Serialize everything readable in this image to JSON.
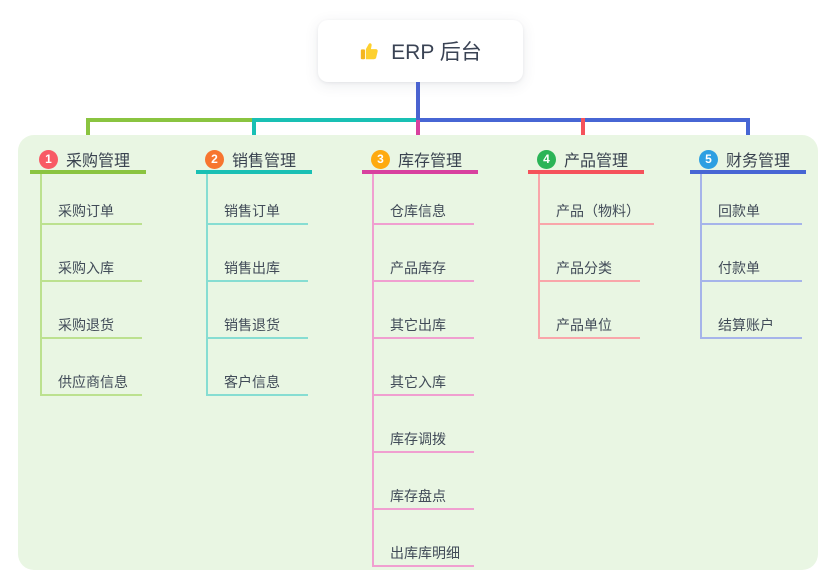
{
  "root": {
    "title": "ERP 后台",
    "icon": "thumbs-up-icon"
  },
  "colors": {
    "panel_bg": "#e9f6e3",
    "stem": "#4a63d0",
    "root_text": "#3a4354",
    "emoji_main": "#fdd02f",
    "emoji_shade": "#f4b61f"
  },
  "branches": [
    {
      "index": "1",
      "label": "采购管理",
      "badge_color": "#f85a65",
      "line_color": "#8ac440",
      "light_color": "#bce18f",
      "children": [
        "采购订单",
        "采购入库",
        "采购退货",
        "供应商信息"
      ]
    },
    {
      "index": "2",
      "label": "销售管理",
      "badge_color": "#f7752f",
      "line_color": "#19c0b4",
      "light_color": "#86ddd2",
      "children": [
        "销售订单",
        "销售出库",
        "销售退货",
        "客户信息"
      ]
    },
    {
      "index": "3",
      "label": "库存管理",
      "badge_color": "#feaa0f",
      "line_color": "#d8419f",
      "light_color": "#f09fd0",
      "children": [
        "仓库信息",
        "产品库存",
        "其它出库",
        "其它入库",
        "库存调拨",
        "库存盘点",
        "出库库明细"
      ]
    },
    {
      "index": "4",
      "label": "产品管理",
      "badge_color": "#2bb457",
      "line_color": "#f5525b",
      "light_color": "#f9a6aa",
      "children": [
        "产品（物料）",
        "产品分类",
        "产品单位"
      ]
    },
    {
      "index": "5",
      "label": "财务管理",
      "badge_color": "#2d9fe2",
      "line_color": "#4766d4",
      "light_color": "#a6b4ea",
      "children": [
        "回款单",
        "付款单",
        "结算账户"
      ]
    }
  ]
}
